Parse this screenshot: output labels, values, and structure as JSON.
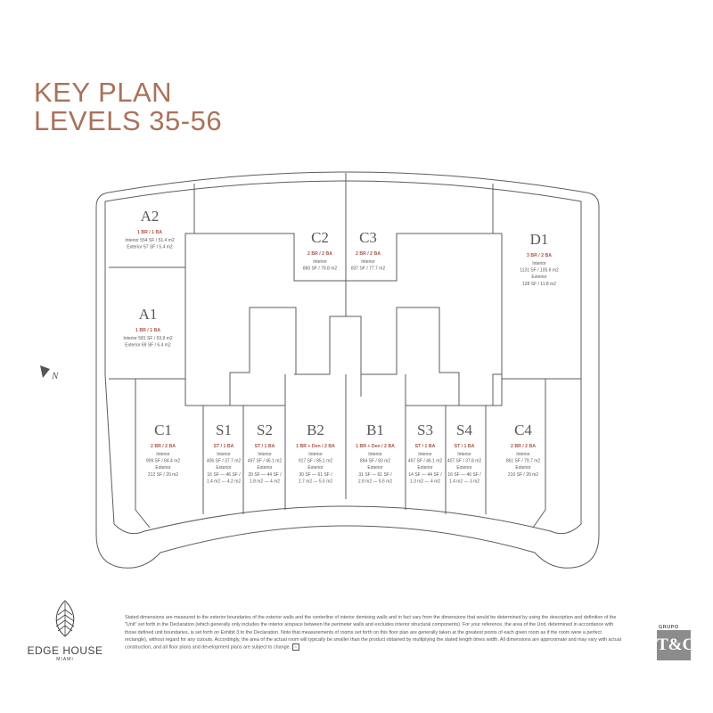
{
  "title": {
    "line1": "KEY PLAN",
    "line2": "LEVELS 35-56"
  },
  "compass": {
    "label": "N"
  },
  "units": [
    {
      "id": "A2",
      "name": "A2",
      "type": "1 BR / 1 BA",
      "lines": [
        "Interior 554 SF / 51.4 m2",
        "Exterior 57 SF / 5.4 m2"
      ]
    },
    {
      "id": "A1",
      "name": "A1",
      "type": "1 BR / 1 BA",
      "lines": [
        "Interior 581 SF / 53.9 m2",
        "Exterior 69 SF / 6.4 m2"
      ]
    },
    {
      "id": "C2",
      "name": "C2",
      "type": "2 BR / 2 BA",
      "lines": [
        "Interior",
        "860 SF / 79.8 m2"
      ]
    },
    {
      "id": "C3",
      "name": "C3",
      "type": "2 BR / 2 BA",
      "lines": [
        "Interior",
        "837 SF / 77.7 m2"
      ]
    },
    {
      "id": "D1",
      "name": "D1",
      "type": "3 BR / 2 BA",
      "lines": [
        "Interior",
        "1131 SF / 105.6 m2",
        "Exterior",
        "128 SF / 11.8 m2"
      ]
    },
    {
      "id": "C1",
      "name": "C1",
      "type": "2 BR / 2 BA",
      "lines": [
        "Interior",
        "909 SF / 84.4 m2",
        "Exterior",
        "212 SF / 20 m2"
      ]
    },
    {
      "id": "S1",
      "name": "S1",
      "type": "ST / 1 BA",
      "lines": [
        "Interior",
        "406 SF / 37.7 m2",
        "Exterior",
        "16 SF — 46 SF /",
        "1.4 m2 — 4.2 m2"
      ]
    },
    {
      "id": "S2",
      "name": "S2",
      "type": "ST / 1 BA",
      "lines": [
        "Interior",
        "497 SF / 46.1 m2",
        "Exterior",
        "20 SF — 44 SF /",
        "1.8 m2 — 4 m2"
      ]
    },
    {
      "id": "B2",
      "name": "B2",
      "type": "1 BR + Den / 2 BA",
      "lines": [
        "Interior",
        "917 SF / 85.1 m2",
        "Exterior",
        "30 SF — 61 SF /",
        "2.7 m2 — 5.5 m2"
      ]
    },
    {
      "id": "B1",
      "name": "B1",
      "type": "1 BR + Den / 2 BA",
      "lines": [
        "Interior",
        "894 SF / 83 m2",
        "Exterior",
        "31 SF — 61 SF /",
        "2.8 m2 — 5.5 m2"
      ]
    },
    {
      "id": "S3",
      "name": "S3",
      "type": "ST / 1 BA",
      "lines": [
        "Interior",
        "497 SF / 46.1 m2",
        "Exterior",
        "14 SF — 44 SF /",
        "1.3 m2 — 4 m2"
      ]
    },
    {
      "id": "S4",
      "name": "S4",
      "type": "ST / 1 BA",
      "lines": [
        "Interior",
        "407 SF / 37.8 m2",
        "Exterior",
        "16 SF — 46 SF /",
        "1.4 m2 — 3 m2"
      ]
    },
    {
      "id": "C4",
      "name": "C4",
      "type": "2 BR / 2 BA",
      "lines": [
        "Interior",
        "861 SF / 79.7 m2",
        "Exterior",
        "210 SF / 20 m2"
      ]
    }
  ],
  "logo": {
    "name": "EDGE HOUSE",
    "city": "MIAMI"
  },
  "disclaimer": "Stated dimensions are measured to the exterior boundaries of the exterior walls and the centerline of interior demising walls and in fact vary from the dimensions that would be determined by using the description and definition of the \"Unit\" set forth in the Declaration (which generally only includes the interior airspace between the perimeter walls and excludes interior structural components). For your reference, the area of the Unit, determined in accordance with those defined unit boundaries, is set forth on Exhibit 3 to the Declaration. Note that measurements of rooms set forth on this floor plan are generally taken at the greatest points of each given room as if the room were a perfect rectangle), without regard for any cutouts. Accordingly, the area of the actual room will typically be smaller than the product obtained by multiplying the stated length times width. All dimensions are approximate and may vary with actual construction, and all floor plans and development plans are subject to change.",
  "developer": {
    "top": "GRUPO",
    "mark": "T&C"
  }
}
